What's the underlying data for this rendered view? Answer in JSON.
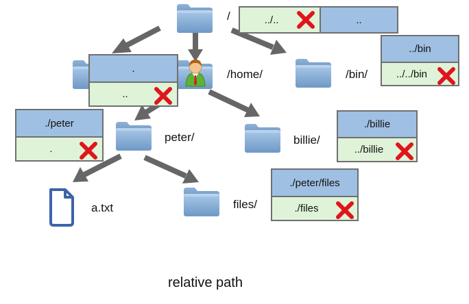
{
  "title": "relative path",
  "colors": {
    "header_fill": "#9fc0e3",
    "row_fill": "#dff3d8",
    "border": "#6f6f6f",
    "arrow": "#666666",
    "cross": "#e0151b",
    "folder": "#7ea7cf",
    "file_outline": "#3d62a8"
  },
  "nodes": {
    "root": {
      "label": "/",
      "icon": "folder-icon"
    },
    "home": {
      "label": "/home/",
      "icon": "folder-icon",
      "marker": "user-icon"
    },
    "bin": {
      "label": "/bin/",
      "icon": "folder-icon"
    },
    "peter": {
      "label": "peter/",
      "icon": "folder-icon"
    },
    "billie": {
      "label": "billie/",
      "icon": "folder-icon"
    },
    "files": {
      "label": "files/",
      "icon": "folder-icon"
    },
    "atxt": {
      "label": "a.txt",
      "icon": "file-icon"
    }
  },
  "path_boxes": {
    "root": {
      "wrong": "../..",
      "correct": ".."
    },
    "home": {
      "correct": ".",
      "wrong": ".."
    },
    "bin": {
      "correct": "../bin",
      "wrong": "../../bin"
    },
    "peter": {
      "correct": "./peter",
      "wrong": "."
    },
    "billie": {
      "correct": "./billie",
      "wrong": "../billie"
    },
    "files": {
      "correct": "./peter/files",
      "wrong": "./files"
    }
  },
  "wrong_marker": "cross-icon"
}
